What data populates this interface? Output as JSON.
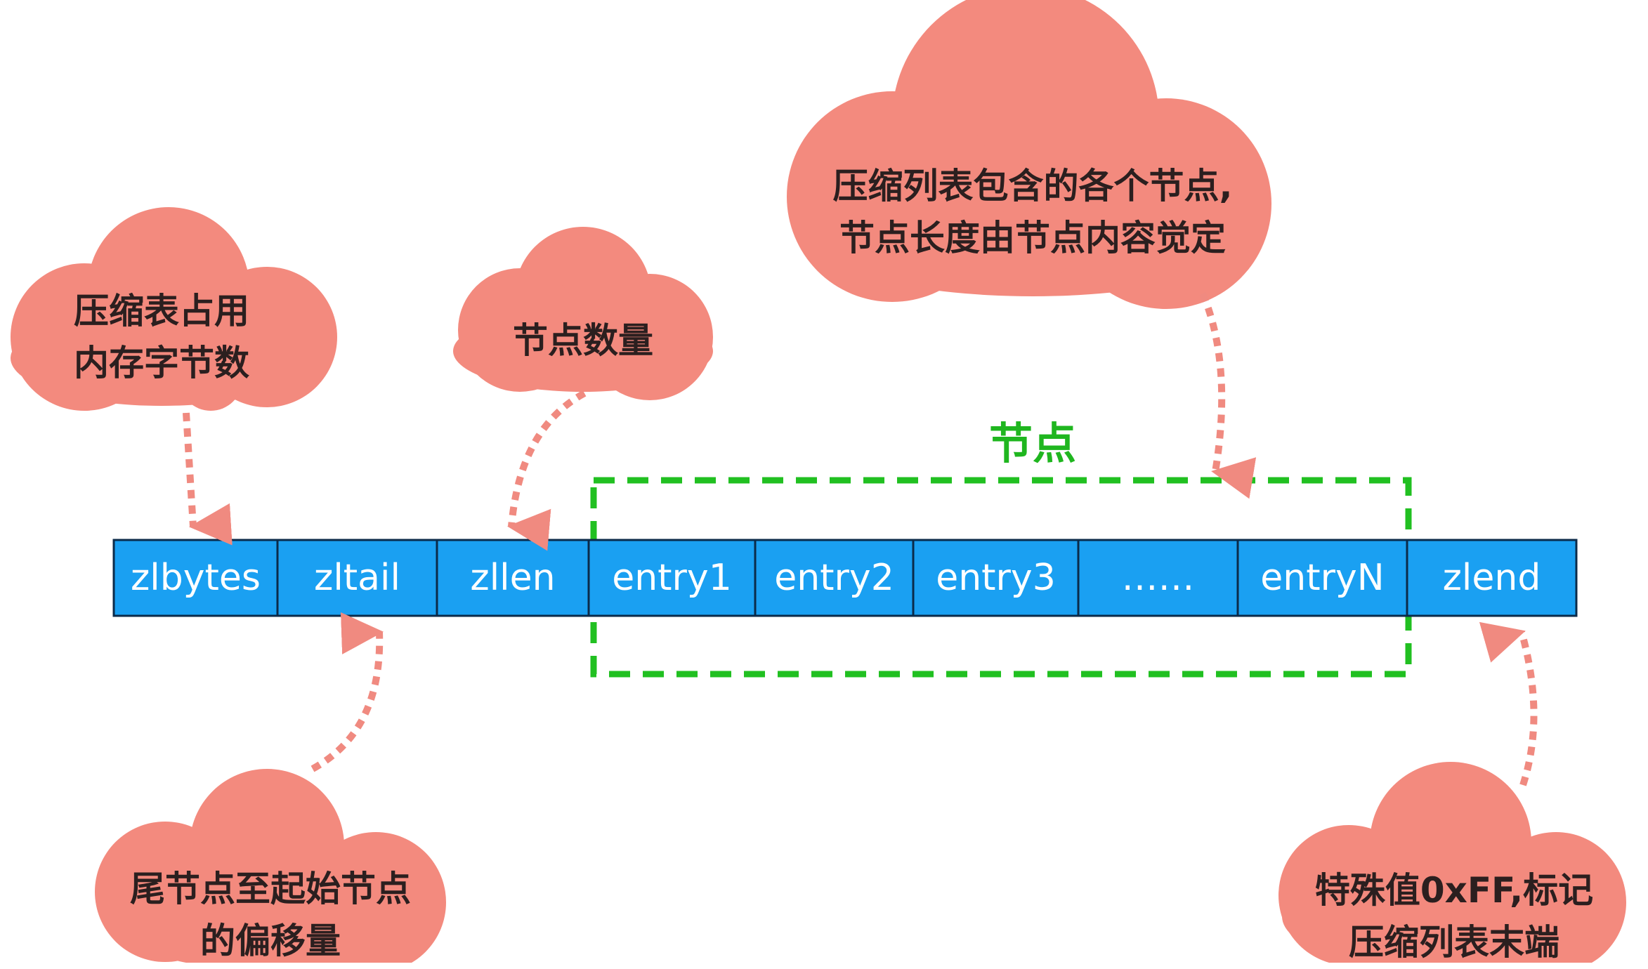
{
  "fields": [
    {
      "key": "zlbytes",
      "label": "zlbytes"
    },
    {
      "key": "zltail",
      "label": "zltail"
    },
    {
      "key": "zllen",
      "label": "zllen"
    },
    {
      "key": "entry1",
      "label": "entry1"
    },
    {
      "key": "entry2",
      "label": "entry2"
    },
    {
      "key": "entry3",
      "label": "entry3"
    },
    {
      "key": "ellipsis",
      "label": "……"
    },
    {
      "key": "entryN",
      "label": "entryN"
    },
    {
      "key": "zlend",
      "label": "zlend"
    }
  ],
  "group": {
    "title": "节点"
  },
  "notes": {
    "zlbytes": [
      "压缩表占用",
      "内存字节数"
    ],
    "zllen": [
      "节点数量"
    ],
    "entries": [
      "压缩列表包含的各个节点,",
      "节点长度由节点内容觉定"
    ],
    "zltail": [
      "尾节点至起始节点",
      "的偏移量"
    ],
    "zlend": [
      "特殊值0xFF,标记",
      "压缩列表末端"
    ]
  },
  "colors": {
    "cell_fill": "#1aa0f2",
    "cell_border": "#0b2b4a",
    "cloud_fill": "#f38a7e",
    "arrow": "#f08a80",
    "group_border": "#21c021",
    "group_title": "#1fb61f"
  }
}
